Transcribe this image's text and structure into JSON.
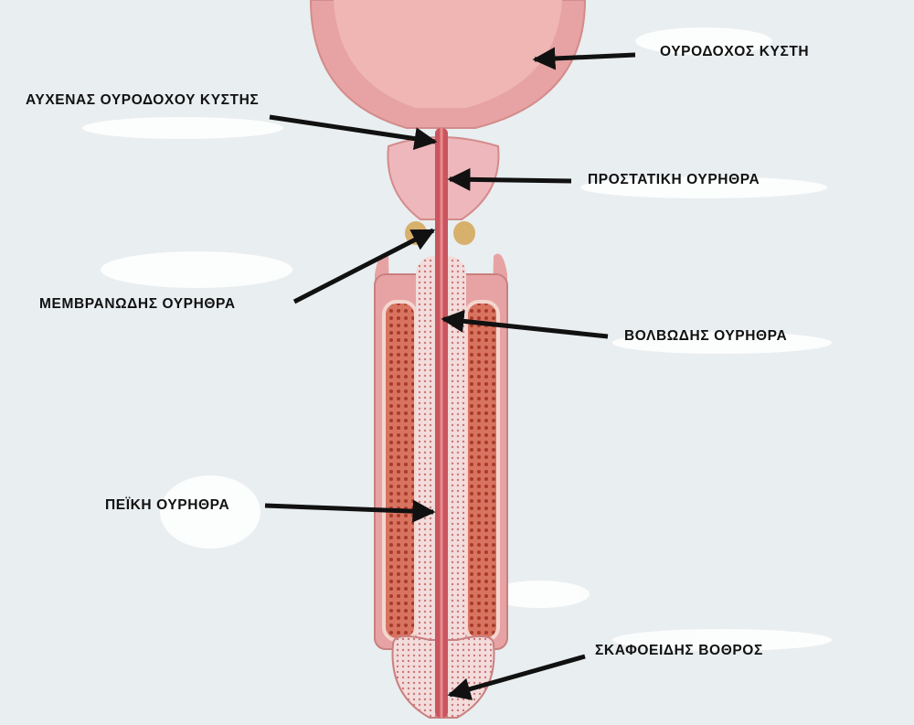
{
  "labels": {
    "bladder": "ΟΥΡΟΔΟΧΟΣ ΚΥΣΤΗ",
    "bladder_neck": "ΑΥΧΕΝΑΣ ΟΥΡΟΔΟΧΟΥ ΚΥΣΤΗΣ",
    "prostatic_urethra": "ΠΡΟΣΤΑΤΙΚΗ ΟΥΡΗΘΡΑ",
    "membranous_urethra": "ΜΕΜΒΡΑΝΩΔΗΣ ΟΥΡΗΘΡΑ",
    "bulbar_urethra": "ΒΟΛΒΩΔΗΣ ΟΥΡΗΘΡΑ",
    "penile_urethra": "ΠΕΪΚΗ ΟΥΡΗΘΡΑ",
    "navicular_fossa": "ΣΚΑΦΟΕΙΔΗΣ ΒΟΘΡΟΣ"
  },
  "colors": {
    "background": "#e9eef0",
    "tissue": "#e7a3a3",
    "urethra": "#c9555e",
    "erectile": "#b94a3c",
    "arrow": "#111111"
  }
}
